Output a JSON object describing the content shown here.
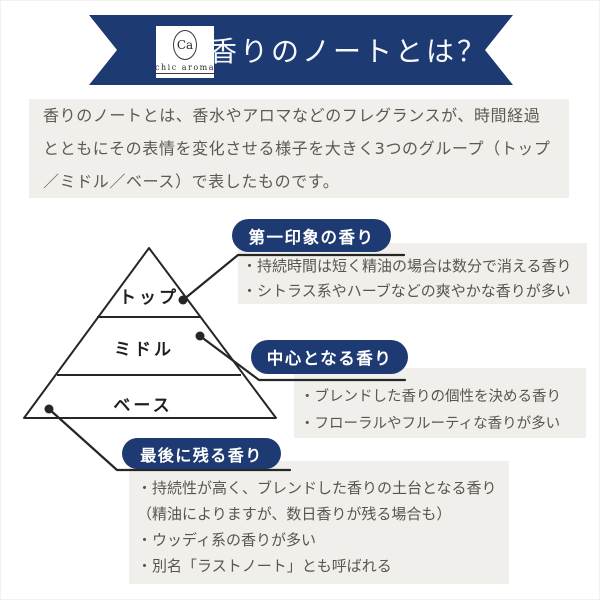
{
  "banner": {
    "title": "香りのノートとは？",
    "logo": {
      "monogram": "Ca",
      "name": "chic aroma"
    }
  },
  "intro": {
    "text": "香りのノートとは、香水やアロマなどのフレグランスが、時間経過とともにその表情を変化させる様子を大きく3つのグループ（トップ／ミドル／ベース）で表したものです。"
  },
  "pyramid": {
    "levels": [
      {
        "label": "トップ"
      },
      {
        "label": "ミドル"
      },
      {
        "label": "ベース"
      }
    ]
  },
  "notes": [
    {
      "title": "第一印象の香り",
      "bullets": [
        "・持続時間は短く精油の場合は数分で消える香り",
        "・シトラス系やハーブなどの爽やかな香りが多い"
      ]
    },
    {
      "title": "中心となる香り",
      "bullets": [
        "・ブレンドした香りの個性を決める香り",
        "・フローラルやフルーティな香りが多い"
      ]
    },
    {
      "title": "最後に残る香り",
      "bullets": [
        "・持続性が高く、ブレンドした香りの土台となる香り",
        "（精油によりますが、数日香りが残る場合も）",
        "・ウッディ系の香りが多い",
        "・別名「ラストノート」とも呼ばれる"
      ]
    }
  ],
  "colors": {
    "navy": "#1e3a73",
    "box_gray": "#f0efeb",
    "body_text": "#5b554c",
    "line": "#262626"
  }
}
